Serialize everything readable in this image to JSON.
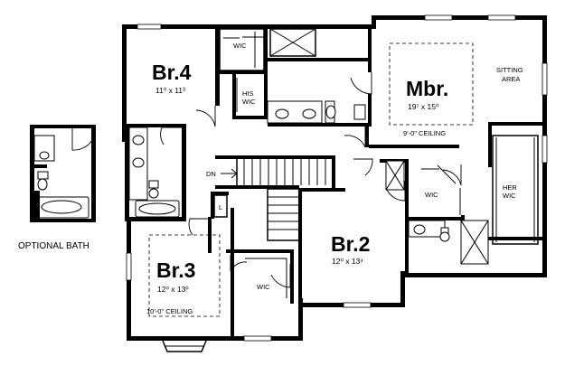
{
  "rooms": {
    "br4": {
      "name": "Br.4",
      "dims": "11⁰ x 11³"
    },
    "mbr": {
      "name": "Mbr.",
      "dims": "19⁷ x 15⁰",
      "ceiling": "9'-0\" CEILING"
    },
    "br2": {
      "name": "Br.2",
      "dims": "12⁰ x 13⁴"
    },
    "br3": {
      "name": "Br.3",
      "dims": "12⁰ x 13⁰",
      "ceiling": "10'-0\" CEILING"
    }
  },
  "labels": {
    "wic_br4": "WIC",
    "his_wic_1": "HIS",
    "his_wic_2": "WIC",
    "sitting_1": "SITTING",
    "sitting_2": "AREA",
    "her_wic_1": "HER",
    "her_wic_2": "WIC",
    "wic_br2": "WIC",
    "wic_br3": "WIC",
    "dn": "DN",
    "linen": "L",
    "optional_bath": "OPTIONAL BATH"
  }
}
